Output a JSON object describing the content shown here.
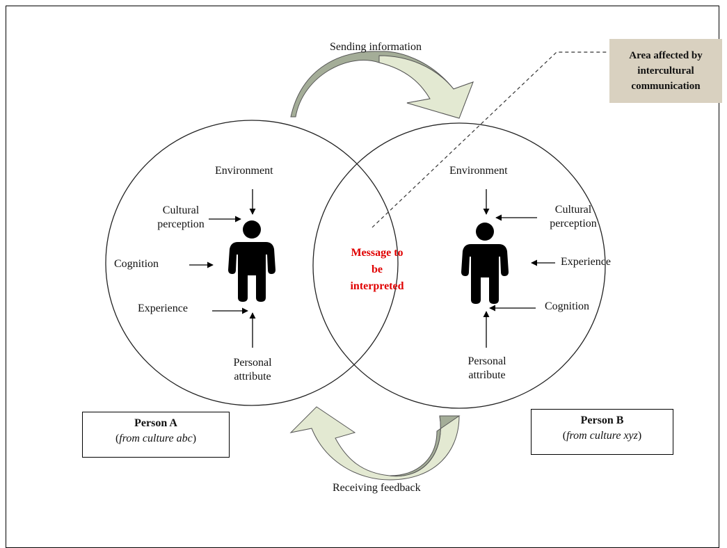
{
  "top_label": "Sending information",
  "bottom_label": "Receiving feedback",
  "area_box": {
    "line1": "Area affected by",
    "line2": "intercultural",
    "line3": "communication"
  },
  "message": {
    "line1": "Message to",
    "line2": "be",
    "line3": "interpreted"
  },
  "person_a": {
    "name": "Person A",
    "culture": "from culture abc",
    "environment": "Environment",
    "cultural_perception_line1": "Cultural",
    "cultural_perception_line2": "perception",
    "cognition": "Cognition",
    "experience": "Experience",
    "attribute_line1": "Personal",
    "attribute_line2": "attribute"
  },
  "person_b": {
    "name": "Person B",
    "culture": "from culture xyz",
    "environment": "Environment",
    "cultural_perception_line1": "Cultural",
    "cultural_perception_line2": "perception",
    "experience": "Experience",
    "cognition": "Cognition",
    "attribute_line1": "Personal",
    "attribute_line2": "attribute"
  },
  "colors": {
    "area_box_fill": "#d9d1c0",
    "message_text": "#e00000",
    "arrow_light": "#e3e9d2",
    "arrow_dark": "#a4ad98"
  }
}
